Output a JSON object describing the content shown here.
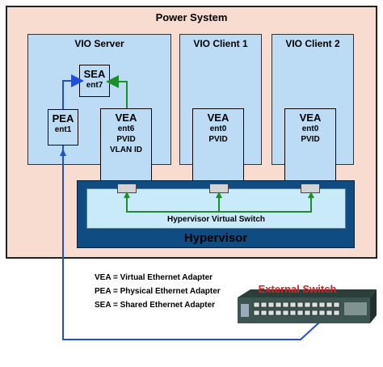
{
  "power_system": {
    "title": "Power System"
  },
  "vio_server": {
    "title": "VIO Server",
    "sea": {
      "name": "SEA",
      "dev": "ent7"
    },
    "pea": {
      "name": "PEA",
      "dev": "ent1"
    },
    "vea": {
      "name": "VEA",
      "dev": "ent6",
      "line3": "PVID",
      "line4": "VLAN ID"
    }
  },
  "vio_client_1": {
    "title": "VIO Client 1",
    "vea": {
      "name": "VEA",
      "dev": "ent0",
      "line3": "PVID"
    }
  },
  "vio_client_2": {
    "title": "VIO Client 2",
    "vea": {
      "name": "VEA",
      "dev": "ent0",
      "line3": "PVID"
    }
  },
  "hypervisor": {
    "label": "Hypervisor",
    "virtual_switch_label": "Hypervisor Virtual Switch"
  },
  "legend": [
    "VEA = Virtual Ethernet Adapter",
    "PEA = Physical Ethernet Adapter",
    "SEA = Shared Ethernet Adapter"
  ],
  "external_switch": {
    "label": "External Switch"
  },
  "colors": {
    "power_bg": "#f9dcd0",
    "vio_bg": "#bcdcf5",
    "hypervisor_bg": "#0e4c82",
    "virtual_switch_bg": "#c9eaf8",
    "green_link": "#1a8f2a",
    "blue_link": "#1f4fd6",
    "external_switch_label": "#e02020"
  }
}
